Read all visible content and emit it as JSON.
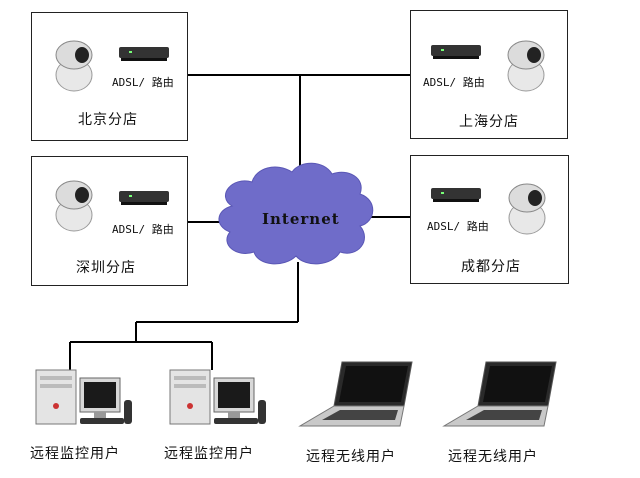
{
  "network": {
    "cloud_label": "Internet",
    "router_label": "ADSL/ 路由"
  },
  "branches": {
    "beijing": "北京分店",
    "shanghai": "上海分店",
    "shenzhen": "深圳分店",
    "chengdu": "成都分店"
  },
  "users": {
    "monitor_1": "远程监控用户",
    "monitor_2": "远程监控用户",
    "wireless_1": "远程无线用户",
    "wireless_2": "远程无线用户"
  },
  "colors": {
    "cloud": "#6f6cc9",
    "line": "#000000",
    "camera": "#e8e8e8"
  }
}
